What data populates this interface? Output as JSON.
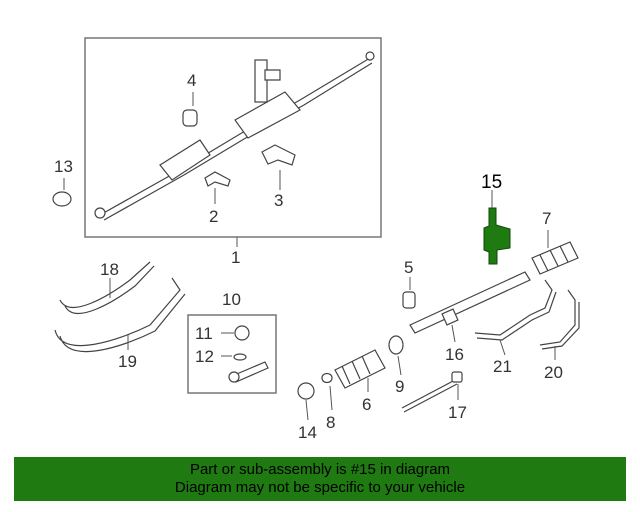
{
  "callouts": [
    "1",
    "2",
    "3",
    "4",
    "5",
    "6",
    "7",
    "8",
    "9",
    "10",
    "11",
    "12",
    "13",
    "14",
    "15",
    "16",
    "17",
    "18",
    "19",
    "20",
    "21"
  ],
  "highlight_color": "#1f7a12",
  "banner": {
    "line1": "Part or sub-assembly is #15 in diagram",
    "line2": "Diagram may not be specific to your vehicle"
  }
}
